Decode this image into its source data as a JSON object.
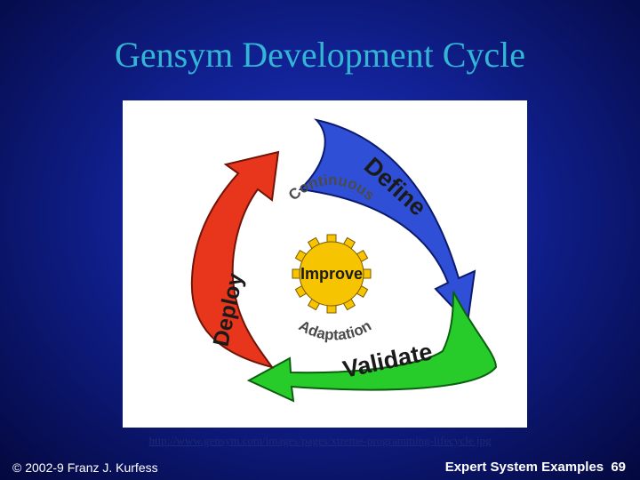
{
  "slide": {
    "title": "Gensym Development Cycle",
    "source_url": "http://www.gensym.com/images/pages/xtreme-programming-lifecycle.jpg",
    "footer_left": "© 2002-9 Franz J. Kurfess",
    "footer_right": "Expert System Examples",
    "page_number": "69"
  },
  "diagram": {
    "stages": [
      {
        "label": "Define",
        "color": "#2f4fd6"
      },
      {
        "label": "Validate",
        "color": "#27cc2a"
      },
      {
        "label": "Deploy",
        "color": "#e8361d"
      }
    ],
    "center": {
      "top": "Continuous",
      "middle": "Improve",
      "bottom": "Adaptation",
      "gear_color": "#f6c400"
    }
  }
}
